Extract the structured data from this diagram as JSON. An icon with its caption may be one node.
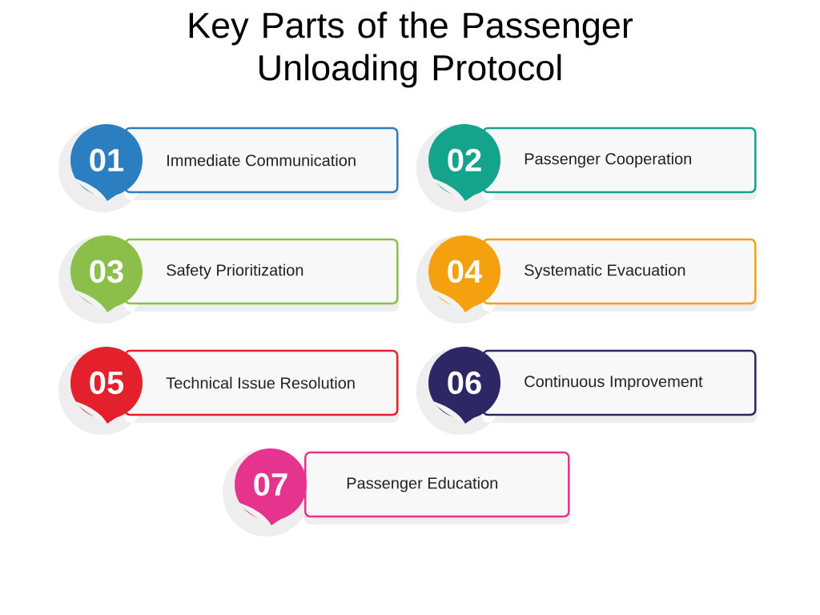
{
  "diagram": {
    "title": "Key Parts of the Passenger Unloading Protocol",
    "nodes": [
      {
        "text": [
          "01"
        ]
      },
      {
        "text": [
          "Immediate Communication"
        ]
      },
      {
        "text": [
          "02"
        ]
      },
      {
        "text": [
          "Passenger Cooperation"
        ]
      },
      {
        "text": [
          "03"
        ]
      },
      {
        "text": [
          "Safety Prioritization"
        ]
      },
      {
        "text": [
          "04"
        ]
      },
      {
        "text": [
          "Systematic Evacuation"
        ]
      },
      {
        "text": [
          "05"
        ]
      },
      {
        "text": [
          "Technical Issue Resolution"
        ]
      },
      {
        "text": [
          "06"
        ]
      },
      {
        "text": [
          "Continuous Improvement"
        ]
      },
      {
        "text": [
          "07"
        ]
      },
      {
        "text": [
          "Passenger Education"
        ]
      }
    ]
  }
}
